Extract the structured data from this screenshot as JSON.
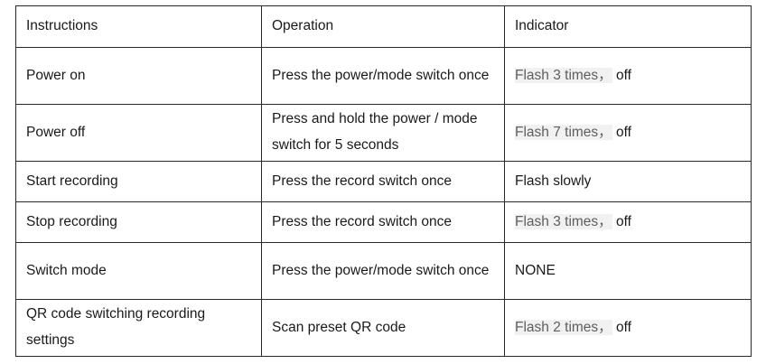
{
  "table": {
    "columns": [
      "Instructions",
      "Operation",
      "Indicator"
    ],
    "rows": [
      {
        "instruction": "Power on",
        "operation": "Press the power/mode switch once",
        "indicator_muted": "Flash 3 times",
        "indicator_comma": "，",
        "indicator_plain": "off",
        "lines": 2
      },
      {
        "instruction": "Power off",
        "operation": "Press and hold the power / mode switch for 5 seconds",
        "indicator_muted": "Flash 7 times",
        "indicator_comma": "，",
        "indicator_plain": "off",
        "lines": 2
      },
      {
        "instruction": "Start recording",
        "operation": "Press the record switch once",
        "indicator_muted": "",
        "indicator_comma": "",
        "indicator_plain": "Flash slowly",
        "lines": 1
      },
      {
        "instruction": "Stop recording",
        "operation": "Press the record switch once",
        "indicator_muted": "Flash 3 times",
        "indicator_comma": "，",
        "indicator_plain": "off",
        "lines": 1
      },
      {
        "instruction": "Switch mode",
        "operation": "Press the power/mode switch once",
        "indicator_muted": "",
        "indicator_comma": "",
        "indicator_plain": "NONE",
        "lines": 2
      },
      {
        "instruction": "QR code switching recording settings",
        "operation": "Scan preset QR code",
        "indicator_muted": "Flash 2 times",
        "indicator_comma": "，",
        "indicator_plain": "off",
        "lines": 2
      }
    ]
  },
  "colors": {
    "border": "#2a2a2a",
    "text": "#1a1a1a",
    "muted_text": "#5e5e5e",
    "muted_highlight": "#f1f1f1",
    "background": "#ffffff"
  }
}
